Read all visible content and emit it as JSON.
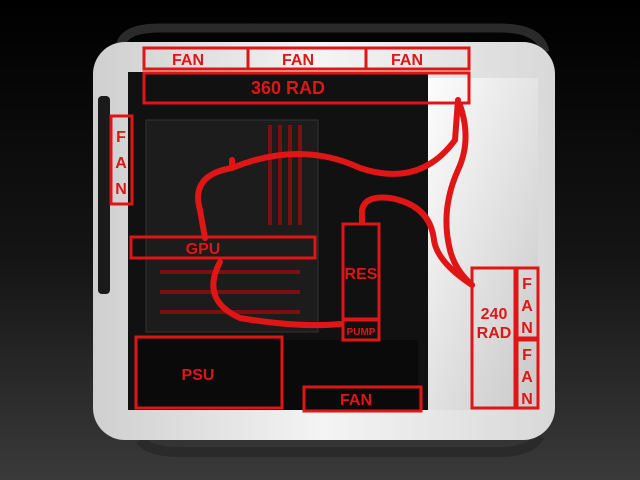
{
  "colors": {
    "annotation": "#e01515",
    "case_white": "#eeeeee",
    "case_dark": "#111111",
    "motherboard": "#1c1c1c"
  },
  "labels": {
    "top_fan_1": "FAN",
    "top_fan_2": "FAN",
    "top_fan_3": "FAN",
    "top_rad": "360 RAD",
    "rear_fan_f": "F",
    "rear_fan_a": "A",
    "rear_fan_n": "N",
    "gpu": "GPU",
    "res": "RES",
    "pump": "PUMP",
    "psu": "PSU",
    "bottom_fan": "FAN",
    "front_rad_line1": "240",
    "front_rad_line2": "RAD",
    "front_fan1_f": "F",
    "front_fan1_a": "A",
    "front_fan1_n": "N",
    "front_fan2_f": "F",
    "front_fan2_a": "A",
    "front_fan2_n": "N"
  }
}
